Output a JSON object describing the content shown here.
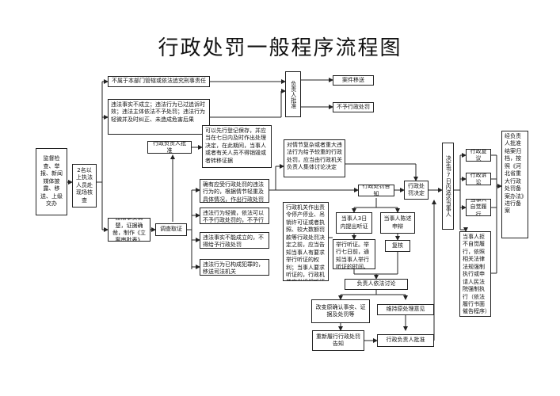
{
  "title": "行政处罚一般程序流程图",
  "nodes": {
    "start": "监督检查、举报、新闻媒体披露、移送、上级交办",
    "two_staff": "2名以上执法人员赴现场核查",
    "not_jurisdiction": "不属于本部门管辖或依法追究刑事责任",
    "no_case": "违法事实不成立；违法行为已过追诉时效；违法主体依法不予处罚；违法行为轻微并及时纠正、未造成危害后果",
    "confirmed": "违法事实清楚，证据确凿，制作《立案审批表》",
    "resp_approve_1": "负责人批准",
    "transfer": "案件移送",
    "no_penalty": "不予行政处罚",
    "resp_approve_2": "行政负责人批准",
    "preservation": "可以先行登记保存，并应当在七日内及时作出处理决定，在此期间，当事人或者有关人员不得销毁或者转移证据",
    "investigate": "调查取证",
    "right1": "确有应受行政处罚的违法行为的，根据情节轻重及具体情况，作出行政处罚决定",
    "right2": "违法行为轻微，依法可以不予行政处罚的，不予行政处罚",
    "right3": "违法事实不能成立的，不得给予行政处罚",
    "right4": "违法行为已构成犯罪的，移送司法机关",
    "collective": "对情节复杂或者重大违法行为给予较重的行政处罚，应当由行政机关负责人集体讨论决定",
    "notice": "行政处罚告知",
    "decision": "行政处罚决定",
    "hearing_notice": "行政机关作出责令停产停业、吊销许可证或者执照、较大数额罚款等行政处罚决定之前，应当告知当事人有要求举行听证的权利；当事人要求听证的，行政机关应当组织听证",
    "apply3": "当事人3日内提出听证",
    "statement": "当事人陈述申辩",
    "hold_hearing": "举行听证。举行七日前，通知当事人举行听证的时间、地点",
    "review": "复核",
    "discuss": "负责人依法讨论",
    "change": "改变原确认事实、证据及处罚等",
    "keep": "维持原处理意见",
    "re_notice": "重新履行行政处罚告知",
    "approve_final": "行政负责人批准",
    "deliver": "决定书7日内送达当事人",
    "reconsider": "行政复议",
    "litigate": "行政诉讼",
    "perform": "当事人自觉履行",
    "enforce": "当事人拒不自觉履行，依照相关法律法规强制执行或申请人民法院强制执行（依法履行书面催告程序）",
    "archive": "经负责人批准结案归档，按照《河北省重大行政处罚备案办法》进行备案"
  },
  "colors": {
    "stroke": "#222222",
    "background": "#ffffff",
    "text": "#111111"
  }
}
